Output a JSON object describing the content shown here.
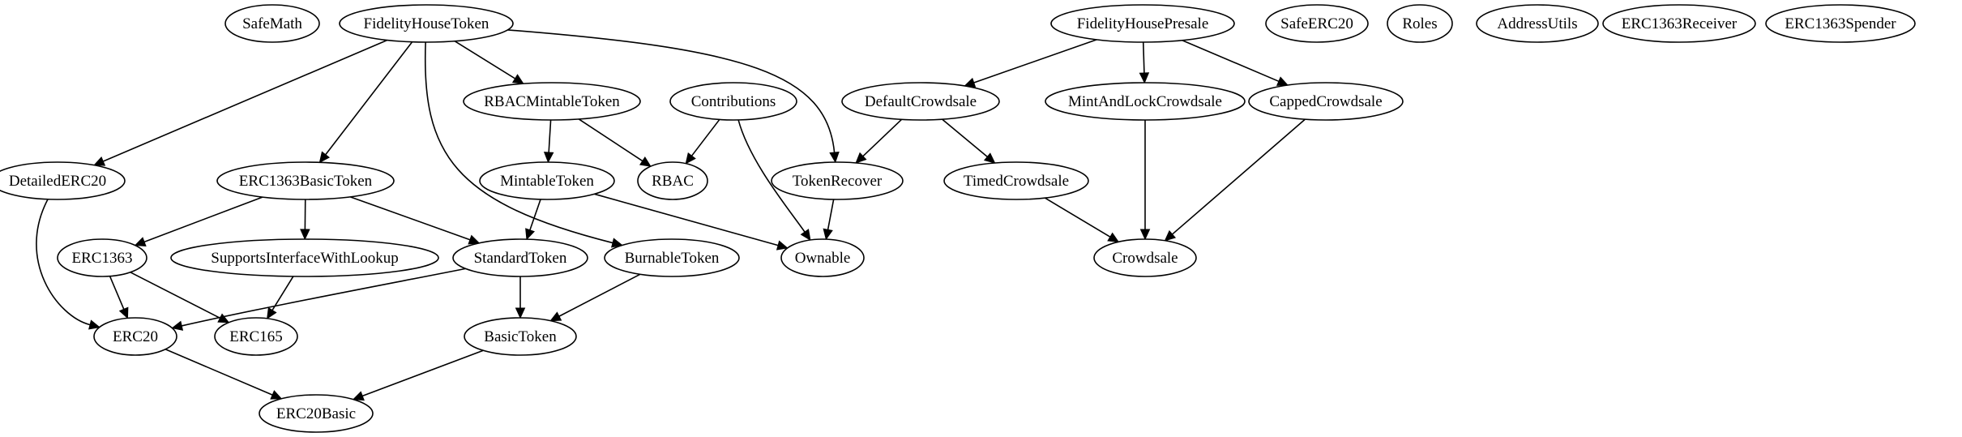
{
  "diagram": {
    "type": "directed-graph",
    "nodes": [
      {
        "id": "SafeMath",
        "label": "SafeMath"
      },
      {
        "id": "FidelityHouseToken",
        "label": "FidelityHouseToken"
      },
      {
        "id": "FidelityHousePresale",
        "label": "FidelityHousePresale"
      },
      {
        "id": "SafeERC20",
        "label": "SafeERC20"
      },
      {
        "id": "Roles",
        "label": "Roles"
      },
      {
        "id": "AddressUtils",
        "label": "AddressUtils"
      },
      {
        "id": "ERC1363Receiver",
        "label": "ERC1363Receiver"
      },
      {
        "id": "ERC1363Spender",
        "label": "ERC1363Spender"
      },
      {
        "id": "RBACMintableToken",
        "label": "RBACMintableToken"
      },
      {
        "id": "Contributions",
        "label": "Contributions"
      },
      {
        "id": "DefaultCrowdsale",
        "label": "DefaultCrowdsale"
      },
      {
        "id": "MintAndLockCrowdsale",
        "label": "MintAndLockCrowdsale"
      },
      {
        "id": "CappedCrowdsale",
        "label": "CappedCrowdsale"
      },
      {
        "id": "DetailedERC20",
        "label": "DetailedERC20"
      },
      {
        "id": "ERC1363BasicToken",
        "label": "ERC1363BasicToken"
      },
      {
        "id": "MintableToken",
        "label": "MintableToken"
      },
      {
        "id": "RBAC",
        "label": "RBAC"
      },
      {
        "id": "TokenRecover",
        "label": "TokenRecover"
      },
      {
        "id": "TimedCrowdsale",
        "label": "TimedCrowdsale"
      },
      {
        "id": "ERC1363",
        "label": "ERC1363"
      },
      {
        "id": "SupportsInterfaceWithLookup",
        "label": "SupportsInterfaceWithLookup"
      },
      {
        "id": "StandardToken",
        "label": "StandardToken"
      },
      {
        "id": "BurnableToken",
        "label": "BurnableToken"
      },
      {
        "id": "Ownable",
        "label": "Ownable"
      },
      {
        "id": "Crowdsale",
        "label": "Crowdsale"
      },
      {
        "id": "ERC20",
        "label": "ERC20"
      },
      {
        "id": "ERC165",
        "label": "ERC165"
      },
      {
        "id": "BasicToken",
        "label": "BasicToken"
      },
      {
        "id": "ERC20Basic",
        "label": "ERC20Basic"
      }
    ],
    "edges": [
      {
        "from": "FidelityHouseToken",
        "to": "DetailedERC20"
      },
      {
        "from": "FidelityHouseToken",
        "to": "ERC1363BasicToken"
      },
      {
        "from": "FidelityHouseToken",
        "to": "RBACMintableToken"
      },
      {
        "from": "FidelityHouseToken",
        "to": "BurnableToken"
      },
      {
        "from": "FidelityHouseToken",
        "to": "TokenRecover"
      },
      {
        "from": "FidelityHousePresale",
        "to": "DefaultCrowdsale"
      },
      {
        "from": "FidelityHousePresale",
        "to": "MintAndLockCrowdsale"
      },
      {
        "from": "FidelityHousePresale",
        "to": "CappedCrowdsale"
      },
      {
        "from": "RBACMintableToken",
        "to": "MintableToken"
      },
      {
        "from": "RBACMintableToken",
        "to": "RBAC"
      },
      {
        "from": "Contributions",
        "to": "RBAC"
      },
      {
        "from": "Contributions",
        "to": "Ownable"
      },
      {
        "from": "DefaultCrowdsale",
        "to": "TokenRecover"
      },
      {
        "from": "DefaultCrowdsale",
        "to": "TimedCrowdsale"
      },
      {
        "from": "MintAndLockCrowdsale",
        "to": "Crowdsale"
      },
      {
        "from": "CappedCrowdsale",
        "to": "Crowdsale"
      },
      {
        "from": "DetailedERC20",
        "to": "ERC20"
      },
      {
        "from": "ERC1363BasicToken",
        "to": "ERC1363"
      },
      {
        "from": "ERC1363BasicToken",
        "to": "SupportsInterfaceWithLookup"
      },
      {
        "from": "ERC1363BasicToken",
        "to": "StandardToken"
      },
      {
        "from": "MintableToken",
        "to": "StandardToken"
      },
      {
        "from": "MintableToken",
        "to": "Ownable"
      },
      {
        "from": "TokenRecover",
        "to": "Ownable"
      },
      {
        "from": "TimedCrowdsale",
        "to": "Crowdsale"
      },
      {
        "from": "ERC1363",
        "to": "ERC20"
      },
      {
        "from": "ERC1363",
        "to": "ERC165"
      },
      {
        "from": "SupportsInterfaceWithLookup",
        "to": "ERC165"
      },
      {
        "from": "StandardToken",
        "to": "ERC20"
      },
      {
        "from": "StandardToken",
        "to": "BasicToken"
      },
      {
        "from": "BurnableToken",
        "to": "BasicToken"
      },
      {
        "from": "ERC20",
        "to": "ERC20Basic"
      },
      {
        "from": "BasicToken",
        "to": "ERC20Basic"
      }
    ]
  }
}
